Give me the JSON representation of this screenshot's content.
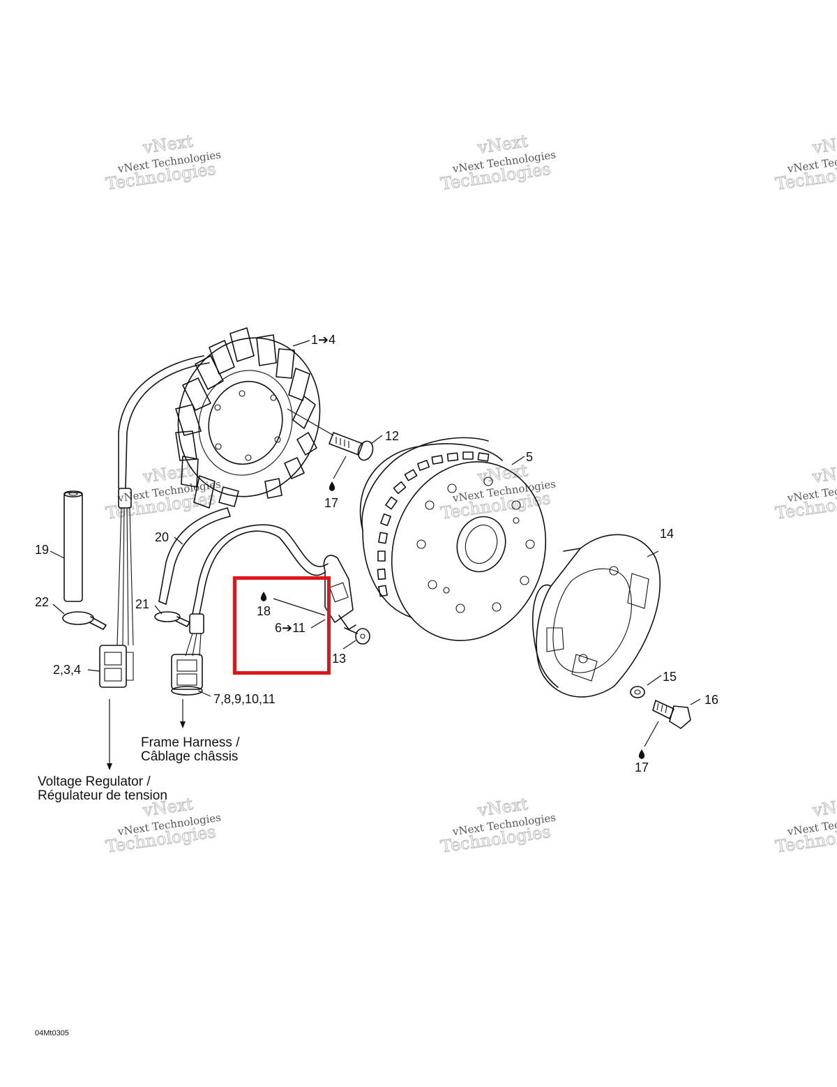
{
  "parts": {
    "p1_4": "1➔4",
    "p5": "5",
    "p6_11": "6➔11",
    "p7_11": "7,8,9,10,11",
    "p12": "12",
    "p13": "13",
    "p14": "14",
    "p15": "15",
    "p16": "16",
    "p17a": "17",
    "p17b": "17",
    "p18": "18",
    "p19": "19",
    "p20": "20",
    "p21": "21",
    "p22": "22",
    "p2_4": "2,3,4"
  },
  "notes": {
    "frame_harness_1": "Frame Harness /",
    "frame_harness_2": "Câblage châssis",
    "voltage_regulator_1": "Voltage Regulator /",
    "voltage_regulator_2": "Régulateur de tension"
  },
  "watermark": {
    "line1": "vNext",
    "line2": "vNext Technologies",
    "line3": "Technologies"
  },
  "reference_code": "04Mt0305",
  "highlight_color": "#e0161b",
  "icons": [
    "oil-drop-icon",
    "arrow-icon"
  ]
}
